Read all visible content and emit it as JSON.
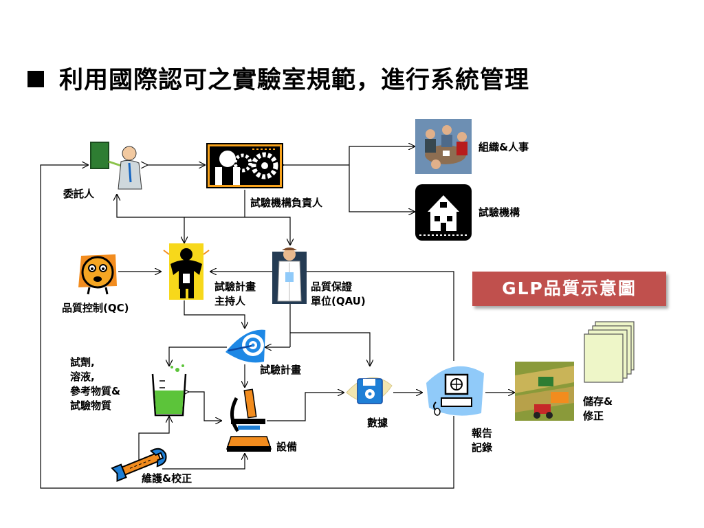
{
  "title": "利用國際認可之實驗室規範，進行系統管理",
  "badge": "GLP品質示意圖",
  "nodes": {
    "client": "委託人",
    "facility_manager": "試驗機構負責人",
    "organization": "組織&人事",
    "facility": "試驗機構",
    "qc": "品質控制(QC)",
    "study_director": "試驗計畫\n主持人",
    "qau": "品質保證\n單位(QAU)",
    "study_plan": "試驗計畫",
    "materials": "試劑,\n溶液,\n參考物質&\n試驗物質",
    "equipment": "設備",
    "data": "數據",
    "report": "報告\n記錄",
    "storage": "儲存&\n修正",
    "maintenance": "維護&校正"
  },
  "icons": {
    "client": "presenter-icon",
    "facility_manager": "gears-manager-icon",
    "organization": "meeting-people-icon",
    "facility": "building-icon",
    "qc": "worried-face-icon",
    "study_director": "director-figure-icon",
    "qau": "doctor-icon",
    "study_plan": "target-arrow-icon",
    "materials": "beaker-icon",
    "equipment": "microscope-icon",
    "data": "floppy-disk-icon",
    "report": "computer-icon",
    "archive": "tractor-field-icon",
    "storage": "document-stack-icon",
    "maintenance": "wrench-icon"
  },
  "colors": {
    "badge": "#c0504d",
    "accent_orange": "#f28c1e",
    "accent_blue": "#1e7fd6",
    "accent_green": "#5cc43a"
  }
}
